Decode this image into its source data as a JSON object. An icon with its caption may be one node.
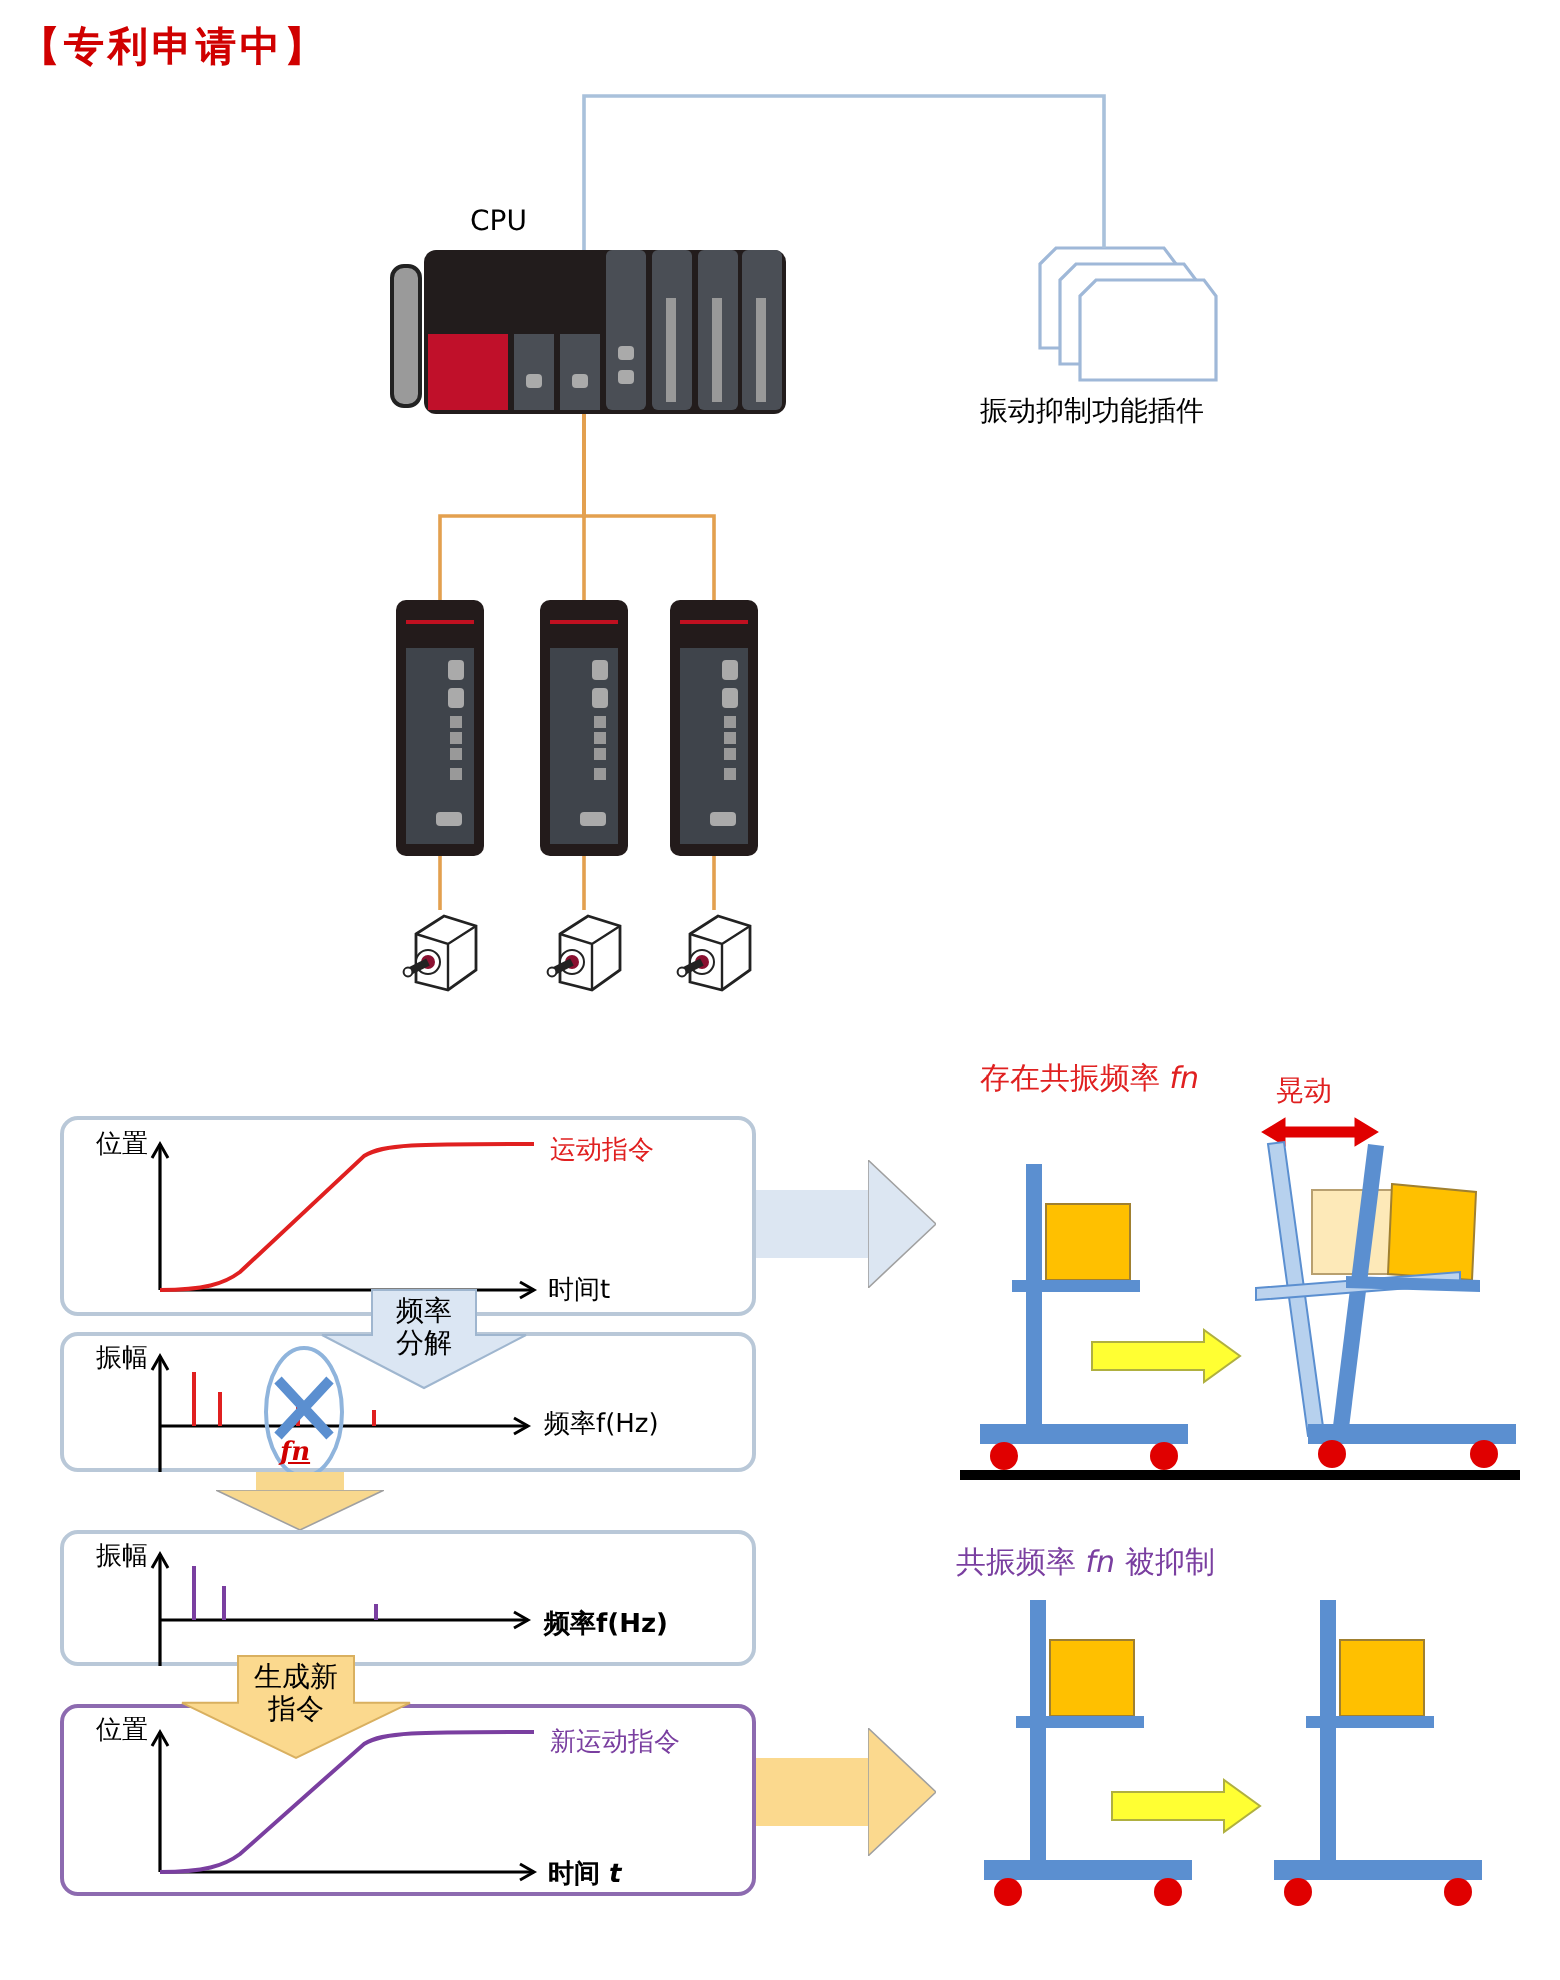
{
  "diagram": {
    "title": "【专利申请中】",
    "nodes": [
      {
        "text": [
          "CPU"
        ]
      },
      {
        "text": [
          "振动抑制功能插件"
        ]
      },
      {
        "text": [],
        "shape": "picture"
      },
      {
        "text": [],
        "shape": "picture"
      },
      {
        "text": [],
        "shape": "picture"
      },
      {
        "text": [],
        "shape": "picture"
      },
      {
        "text": [],
        "shape": "picture"
      },
      {
        "text": [],
        "shape": "picture"
      },
      {
        "text": [
          "位置",
          "运动指令",
          "时间t"
        ]
      },
      {
        "text": [
          "频率分解"
        ]
      },
      {
        "text": [
          "振幅",
          "fn",
          "频率f(Hz)"
        ]
      },
      {
        "text": [
          "振幅",
          "频率f(Hz)"
        ]
      },
      {
        "text": [
          "生成新指令"
        ]
      },
      {
        "text": [
          "位置",
          "新运动指令",
          "时间 *t*"
        ]
      },
      {
        "text": [
          "存在共振频率 *fn*",
          "晃动"
        ]
      },
      {
        "text": [
          "共振频率 *fn* 被抑制"
        ]
      }
    ],
    "edges": [
      {
        "from": 0,
        "to": 1,
        "arrow": "none",
        "color": "#a9c1db"
      },
      {
        "from": 0,
        "to": 2,
        "arrow": "none"
      },
      {
        "from": 0,
        "to": 3,
        "arrow": "none"
      },
      {
        "from": 0,
        "to": 4,
        "arrow": "none"
      },
      {
        "from": 2,
        "to": 5,
        "arrow": "none"
      },
      {
        "from": 3,
        "to": 6,
        "arrow": "none"
      },
      {
        "from": 4,
        "to": 7,
        "arrow": "none"
      },
      {
        "from": 10,
        "to": 11,
        "arrow": "to",
        "style": "thick",
        "color": "#f8d88e"
      },
      {
        "from": 8,
        "to": 14,
        "arrow": "to",
        "style": "thick",
        "color": "#dce6f2"
      },
      {
        "from": 13,
        "to": 15,
        "arrow": "to",
        "style": "thick",
        "color": "#fbd98e"
      }
    ]
  }
}
